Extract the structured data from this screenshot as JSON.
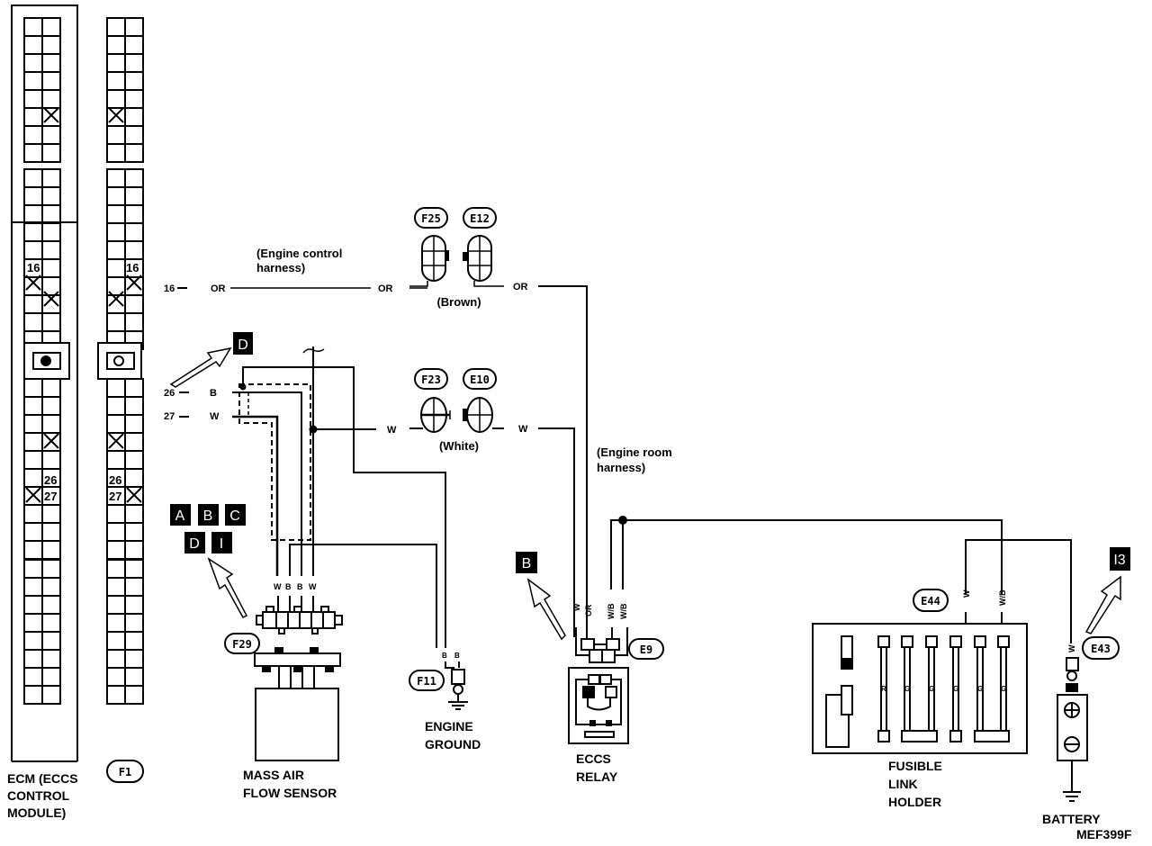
{
  "diagram": {
    "figure_id": "MEF399F",
    "components": {
      "ecm": {
        "label_lines": [
          "ECM (ECCS",
          "CONTROL",
          "MODULE)"
        ]
      },
      "ecm_connector": {
        "id": "F1",
        "pin_labels": {
          "p16a": "16",
          "p16b": "16",
          "p26a": "26",
          "p27a": "27",
          "p26b": "26",
          "p27b": "27"
        }
      },
      "maf_sensor": {
        "label_lines": [
          "MASS AIR",
          "FLOW SENSOR"
        ],
        "connector_id": "F29",
        "pin_wire_labels": [
          "W",
          "B",
          "B",
          "W"
        ]
      },
      "engine_ground": {
        "label_lines": [
          "ENGINE",
          "GROUND"
        ],
        "connector_id": "F11",
        "wire_labels": [
          "B",
          "B"
        ]
      },
      "eccs_relay": {
        "label_lines": [
          "ECCS",
          "RELAY"
        ],
        "connector_id": "E9",
        "wire_labels": [
          "W",
          "OR",
          "W/B",
          "W/B"
        ]
      },
      "fusible_link_holder": {
        "label_lines": [
          "FUSIBLE",
          "LINK",
          "HOLDER"
        ],
        "connector_id": "E44",
        "wire_labels": [
          "W",
          "W/B"
        ],
        "link_labels": [
          "R",
          "G",
          "G",
          "G",
          "G",
          "G"
        ]
      },
      "battery": {
        "label": "BATTERY",
        "connector_id": "E43",
        "wire_label": "W"
      }
    },
    "harness_connectors": {
      "brown": {
        "ids": [
          "F25",
          "E12"
        ],
        "color_label": "(Brown)"
      },
      "white": {
        "ids": [
          "F23",
          "E10"
        ],
        "color_label": "(White)"
      }
    },
    "harness_notes": {
      "engine_control": [
        "(Engine control",
        "harness)"
      ],
      "engine_room": [
        "(Engine room",
        "harness)"
      ]
    },
    "wires": {
      "pin16": {
        "pin": "16",
        "color_left": "OR",
        "color_mid": "OR",
        "color_right": "OR"
      },
      "pin26": {
        "pin": "26",
        "color": "B"
      },
      "pin27": {
        "pin": "27",
        "color": "W"
      },
      "white_mid": "W",
      "white_right": "W"
    },
    "reference_arrows": {
      "d_top": "D",
      "group": [
        "A",
        "B",
        "C",
        "D",
        "I"
      ],
      "relay": "B",
      "battery": "I3"
    }
  }
}
